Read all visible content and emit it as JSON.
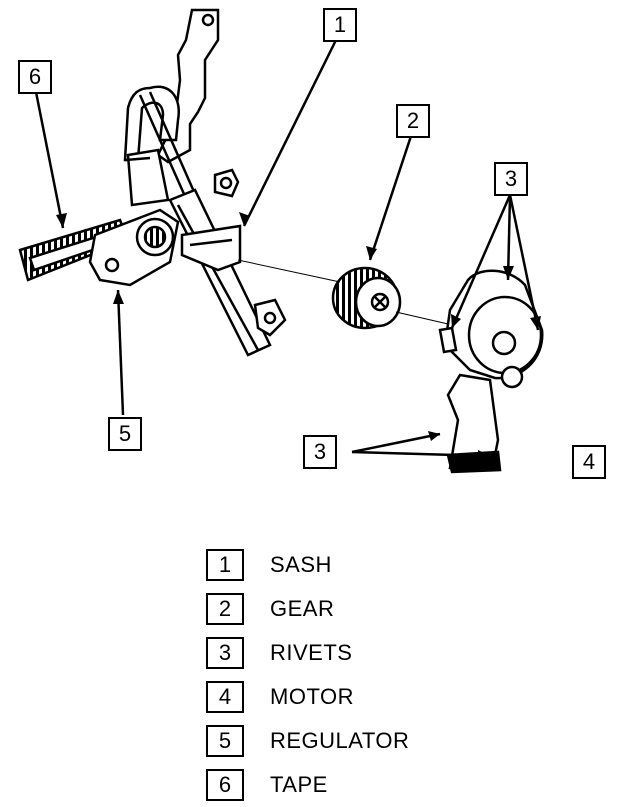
{
  "callouts": [
    {
      "num": "1"
    },
    {
      "num": "2"
    },
    {
      "num": "3"
    },
    {
      "num": "3"
    },
    {
      "num": "4"
    },
    {
      "num": "5"
    },
    {
      "num": "6"
    }
  ],
  "legend": [
    {
      "num": "1",
      "label": "SASH"
    },
    {
      "num": "2",
      "label": "GEAR"
    },
    {
      "num": "3",
      "label": "RIVETS"
    },
    {
      "num": "4",
      "label": "MOTOR"
    },
    {
      "num": "5",
      "label": "REGULATOR"
    },
    {
      "num": "6",
      "label": "TAPE"
    }
  ]
}
